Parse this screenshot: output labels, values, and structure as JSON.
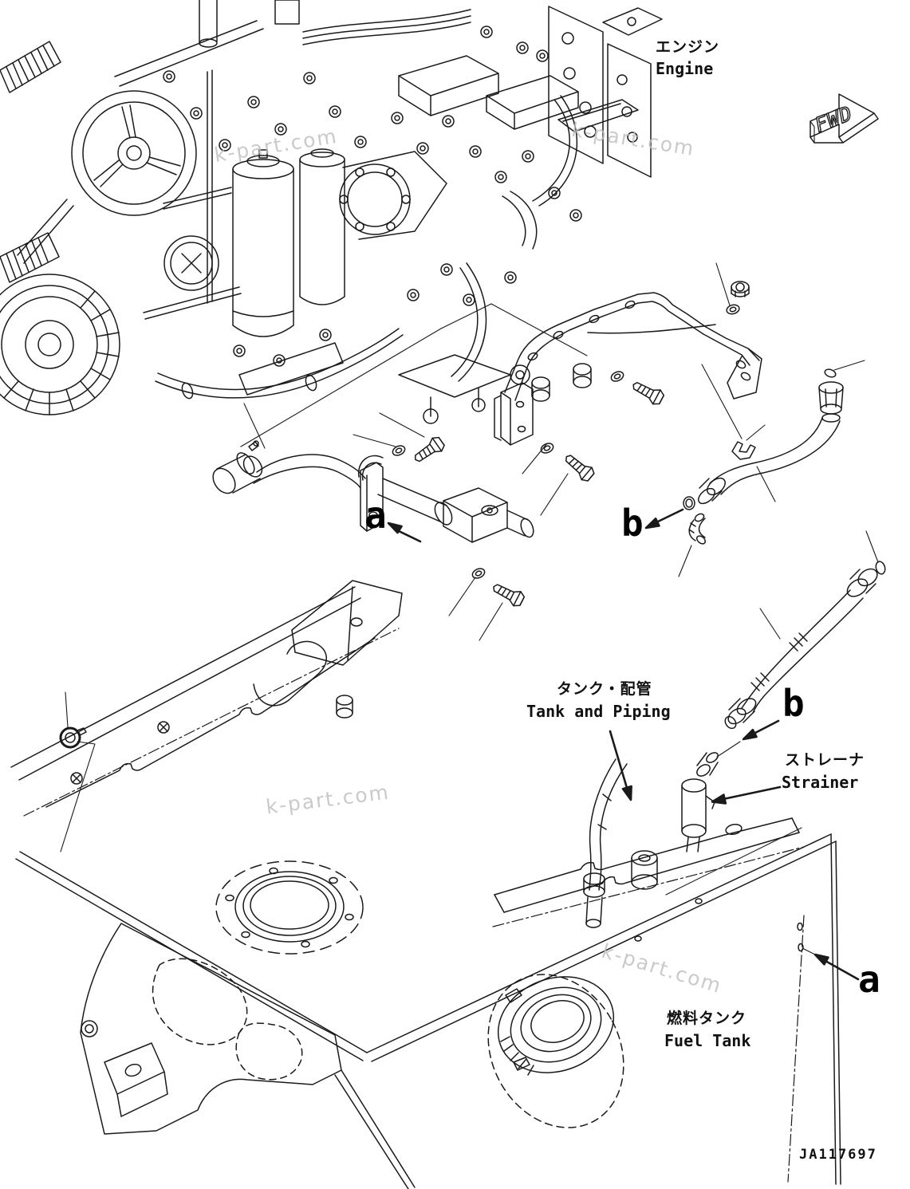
{
  "page": {
    "background": "#ffffff",
    "ink": "#1a1a1a",
    "watermark_color": "#bdbdbd"
  },
  "drawing_number": "JA117697",
  "direction_arrow": {
    "label": "FWD"
  },
  "callouts": {
    "engine": {
      "ja": "エンジン",
      "en": "Engine"
    },
    "tank_and_piping": {
      "ja": "タンク・配管",
      "en": "Tank and Piping"
    },
    "strainer": {
      "ja": "ストレーナ",
      "en": "Strainer"
    },
    "fuel_tank": {
      "ja": "燃料タンク",
      "en": "Fuel Tank"
    }
  },
  "view_refs": {
    "a1": "a",
    "b1": "b",
    "b2": "b",
    "a2": "a"
  },
  "watermarks": [
    "k-part.com",
    "k-part.com",
    "k-part.com",
    "k-part.com"
  ]
}
